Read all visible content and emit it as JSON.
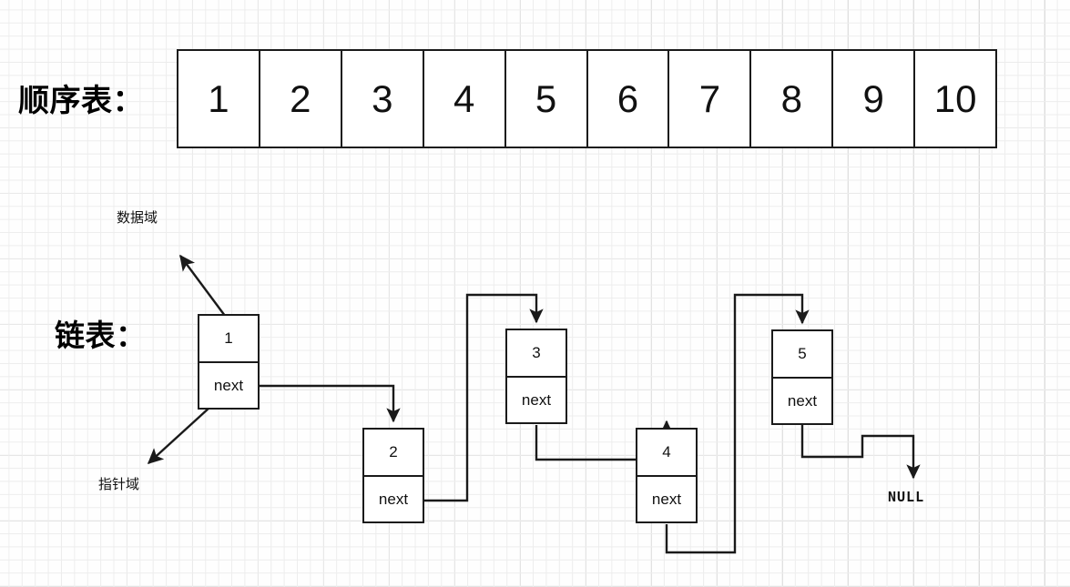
{
  "diagram": {
    "sections": {
      "array_label": "顺序表：",
      "list_label": "链表："
    },
    "array": {
      "name": "sequential-list",
      "cells": [
        "1",
        "2",
        "3",
        "4",
        "5",
        "6",
        "7",
        "8",
        "9",
        "10"
      ]
    },
    "linked_list": {
      "name": "linked-list",
      "next_label": "next",
      "terminator": "NULL",
      "nodes": [
        {
          "value": "1",
          "next_label": "next"
        },
        {
          "value": "2",
          "next_label": "next"
        },
        {
          "value": "3",
          "next_label": "next"
        },
        {
          "value": "4",
          "next_label": "next"
        },
        {
          "value": "5",
          "next_label": "next"
        }
      ]
    },
    "annotations": {
      "data_field": "数据域",
      "pointer_field": "指针域"
    },
    "colors": {
      "stroke": "#1a1a1a",
      "text": "#111111",
      "background": "#fefefe",
      "grid_minor": "#ededed",
      "grid_major": "#d6d6d6"
    }
  }
}
